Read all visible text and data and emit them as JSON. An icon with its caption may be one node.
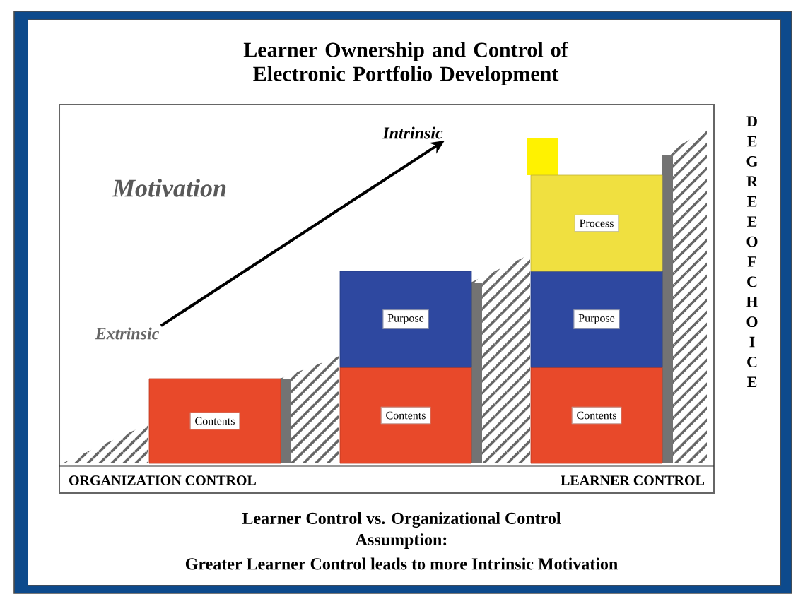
{
  "diagram": {
    "title": "Learner Ownership and Control of Electronic Portfolio Development",
    "nodes": [
      {
        "text": [
          "Extrinsic"
        ]
      },
      {
        "text": [
          "Intrinsic"
        ]
      },
      {
        "text": [
          "Contents"
        ]
      },
      {
        "text": [
          "Contents"
        ]
      },
      {
        "text": [
          "Purpose"
        ]
      },
      {
        "text": [
          "Contents"
        ]
      },
      {
        "text": [
          "Purpose"
        ]
      },
      {
        "text": [
          "Process"
        ]
      }
    ],
    "edges": [
      {
        "from": 0,
        "to": 1,
        "arrow": "to"
      }
    ],
    "labels": [
      "Motivation",
      "ORGANIZATION CONTROL",
      "LEARNER CONTROL",
      "DEGREE OF CHOICE",
      "Learner Control vs. Organizational Control",
      "Assumption:",
      "Greater Learner Control leads to more Intrinsic Motivation"
    ]
  }
}
